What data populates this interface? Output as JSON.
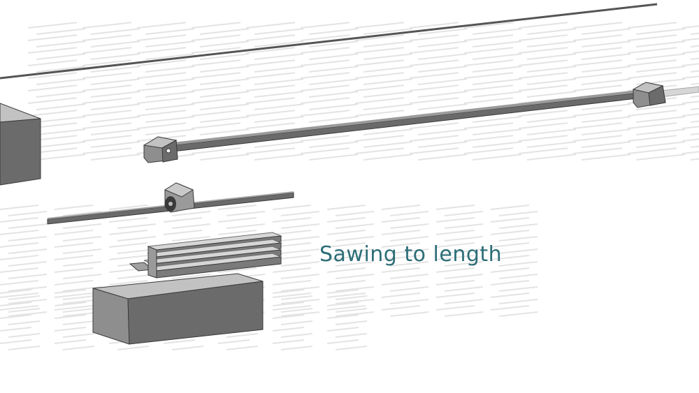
{
  "caption": {
    "text": "Sawing to length",
    "color": "#2c6d77"
  },
  "colors": {
    "floor_stripe": "#e3e3e3",
    "wall_line": "#555555",
    "block_front": "#6b6b6b",
    "block_side": "#8e8e8e",
    "block_top": "#c2c2c2",
    "beam_top": "#9a9a9a",
    "beam_side": "#6a6a6a",
    "outline": "#3a3a3a"
  },
  "scene": {
    "objects": [
      "back-wall-line",
      "floor-stripes",
      "storage-block-left",
      "conveyor-rail",
      "rail-support-left",
      "rail-support-right",
      "saw-unit",
      "profile-bar",
      "cut-profile-stack",
      "storage-block-front"
    ]
  }
}
